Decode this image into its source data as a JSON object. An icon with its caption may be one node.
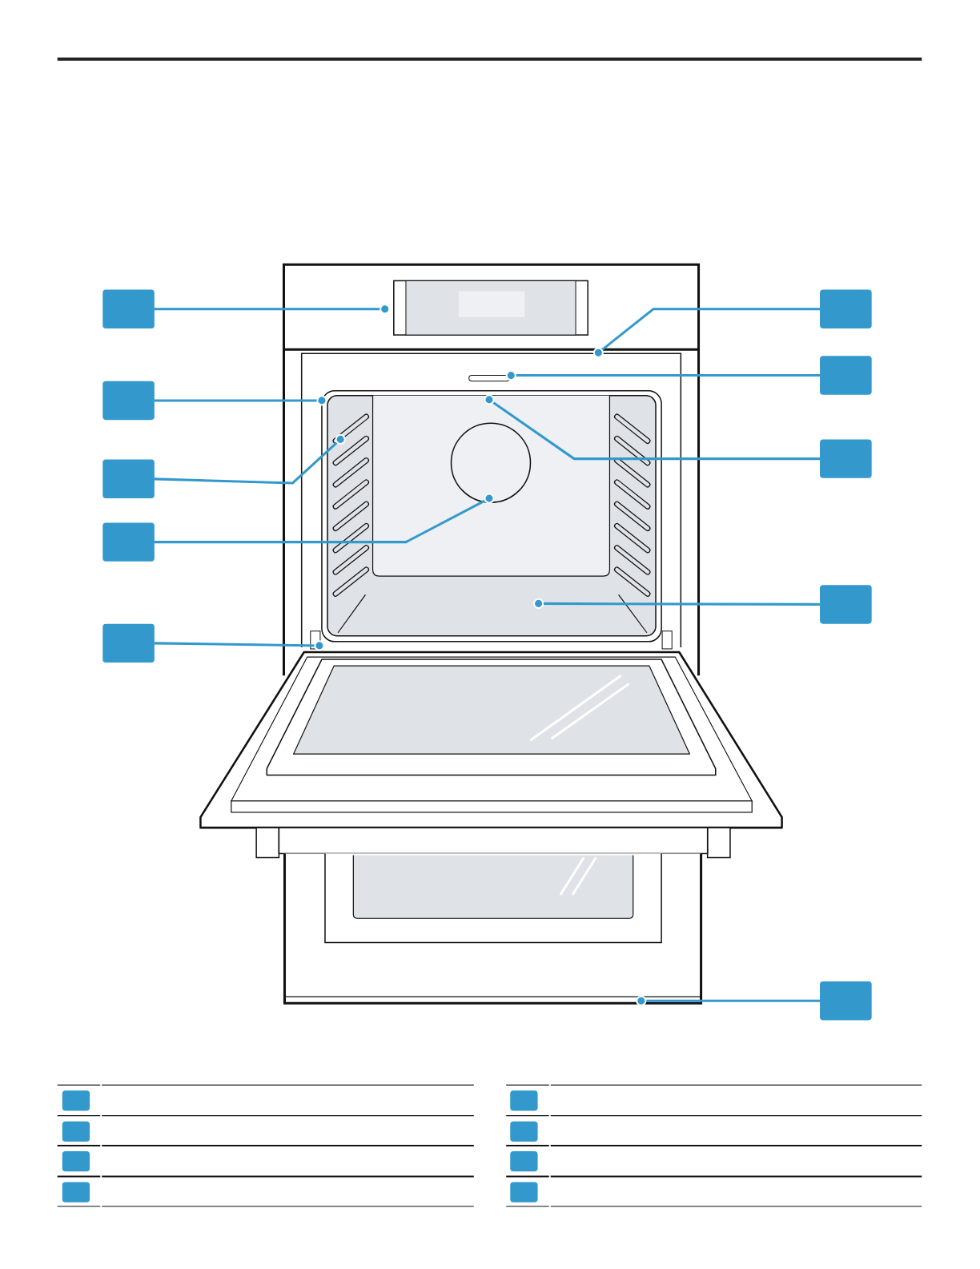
{
  "diagram": {
    "nodes": [
      {
        "text": [],
        "shape": "box"
      },
      {
        "text": [],
        "shape": "box"
      },
      {
        "text": [],
        "shape": "box"
      },
      {
        "text": [],
        "shape": "box"
      },
      {
        "text": [],
        "shape": "box"
      },
      {
        "text": [],
        "shape": "box"
      },
      {
        "text": [],
        "shape": "box"
      },
      {
        "text": [],
        "shape": "box"
      },
      {
        "text": [],
        "shape": "box"
      },
      {
        "text": [],
        "shape": "box"
      },
      {
        "text": [],
        "shape": "box"
      },
      {
        "text": [],
        "shape": "box"
      },
      {
        "text": [],
        "shape": "box"
      },
      {
        "text": [],
        "shape": "box"
      },
      {
        "text": [],
        "shape": "box"
      },
      {
        "text": [],
        "shape": "box"
      },
      {
        "text": [],
        "shape": "box"
      },
      {
        "text": [],
        "shape": "box"
      }
    ],
    "edges": [
      {
        "from": 0,
        "to": null,
        "arrow": "other"
      },
      {
        "from": 1,
        "to": null,
        "arrow": "other"
      },
      {
        "from": 2,
        "to": null,
        "arrow": "other"
      },
      {
        "from": 3,
        "to": null,
        "arrow": "other"
      },
      {
        "from": 4,
        "to": null,
        "arrow": "other"
      },
      {
        "from": 5,
        "to": null,
        "arrow": "other"
      },
      {
        "from": 6,
        "to": null,
        "arrow": "other"
      },
      {
        "from": 7,
        "to": null,
        "arrow": "other"
      },
      {
        "from": 8,
        "to": null,
        "arrow": "other"
      },
      {
        "from": 9,
        "to": null,
        "arrow": "other"
      }
    ]
  }
}
